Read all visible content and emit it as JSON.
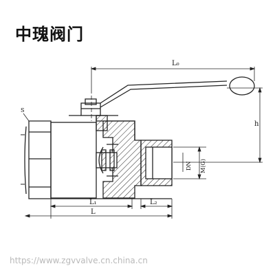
{
  "header": {
    "title": "中瑰阀门"
  },
  "watermark": {
    "text": "https://www.zgvvalve.cn.china.cn"
  },
  "dimensions": {
    "L0": "L₀",
    "h": "h",
    "L1": "L₁",
    "L2": "L₂",
    "L": "L",
    "S": "S",
    "DN": "DN",
    "M": "M(G)"
  }
}
